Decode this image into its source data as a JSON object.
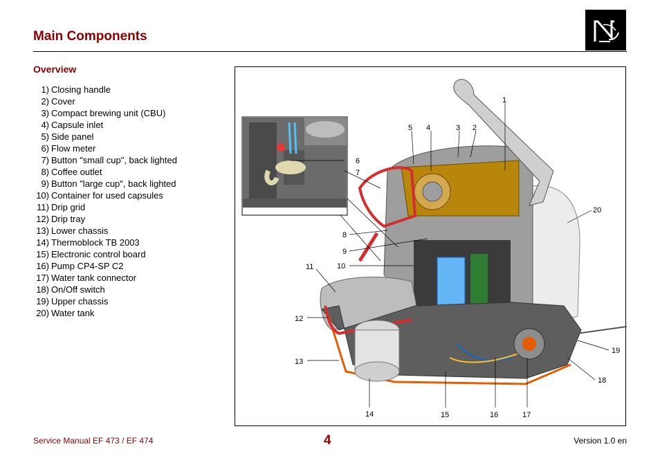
{
  "header": {
    "title": "Main Components",
    "logo_icon": "nespresso-logo-icon"
  },
  "overview": {
    "heading": "Overview",
    "items": [
      {
        "num": "1)",
        "label": "Closing handle"
      },
      {
        "num": "2)",
        "label": "Cover"
      },
      {
        "num": "3)",
        "label": "Compact brewing unit (CBU)"
      },
      {
        "num": "4)",
        "label": "Capsule inlet"
      },
      {
        "num": "5)",
        "label": "Side panel"
      },
      {
        "num": "6)",
        "label": "Flow meter"
      },
      {
        "num": "7)",
        "label": "Button \"small cup\", back lighted"
      },
      {
        "num": "8)",
        "label": "Coffee outlet"
      },
      {
        "num": "9)",
        "label": "Button \"large cup\", back lighted"
      },
      {
        "num": "10)",
        "label": "Container for used capsules"
      },
      {
        "num": "11)",
        "label": "Drip grid"
      },
      {
        "num": "12)",
        "label": "Drip tray"
      },
      {
        "num": "13)",
        "label": "Lower chassis"
      },
      {
        "num": "14)",
        "label": "Thermoblock TB 2003"
      },
      {
        "num": "15)",
        "label": "Electronic control board"
      },
      {
        "num": "16)",
        "label": "Pump CP4-SP C2"
      },
      {
        "num": "17)",
        "label": "Water tank connector"
      },
      {
        "num": "18)",
        "label": "On/Off switch"
      },
      {
        "num": "19)",
        "label": "Upper chassis"
      },
      {
        "num": "20)",
        "label": "Water tank"
      }
    ]
  },
  "figure": {
    "callouts": [
      "1",
      "2",
      "3",
      "4",
      "5",
      "6",
      "7",
      "8",
      "9",
      "10",
      "11",
      "12",
      "13",
      "14",
      "15",
      "16",
      "17",
      "18",
      "19",
      "20"
    ]
  },
  "footer": {
    "manual": "Service Manual EF 473 / EF 474",
    "page": "4",
    "version": "Version 1.0 en"
  },
  "colors": {
    "title": "#8b0000",
    "brew_unit": "#b8860b",
    "drip_tray": "#d32f2f",
    "chassis_outline": "#e65c00",
    "board": "#2e7d32",
    "tank": "#e6e6e6"
  }
}
